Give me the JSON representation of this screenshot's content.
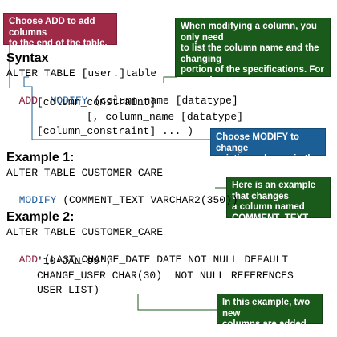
{
  "callouts": {
    "add": "Choose ADD to add columns\nto the end of the table.",
    "modify_note": "When modifying a column, you only need\nto list the column name and the changing\nportion of the specifications. For example,\nif the datatype has not changed, you can\nleave the datatype out.",
    "modify": "Choose MODIFY to change\nexisting columns in the table.",
    "example1": "Here is an example that changes\na column named COMMENT_TEXT\nto a different length.",
    "example2": "In this example, two new\ncolumns are added."
  },
  "syntax": {
    "heading": "Syntax",
    "line1": "ALTER TABLE [user.]table",
    "add_kw": "ADD",
    "modify_kw": "MODIFY",
    "line2_rest": " (column_name [datatype]",
    "line3": "[column_constraint]",
    "line4": "[, column_name [datatype]",
    "line5": "[column_constraint] ... )"
  },
  "example1": {
    "heading": "Example 1:",
    "line1": "ALTER TABLE CUSTOMER_CARE",
    "modify_kw": "MODIFY",
    "line2_rest": " (COMMENT_TEXT VARCHAR2(350))"
  },
  "example2": {
    "heading": "Example 2:",
    "line1": "ALTER TABLE CUSTOMER_CARE",
    "add_kw": "ADD",
    "line2_rest": " (LAST_CHANGE_DATE DATE NOT NULL DEFAULT",
    "line3": "'10-JAN-99',",
    "line4": "CHANGE_USER CHAR(30)  NOT NULL REFERENCES",
    "line5": "USER_LIST)"
  },
  "colors": {
    "red": "#9e2a48",
    "green": "#1a5a1a",
    "blue": "#1b5f96"
  }
}
